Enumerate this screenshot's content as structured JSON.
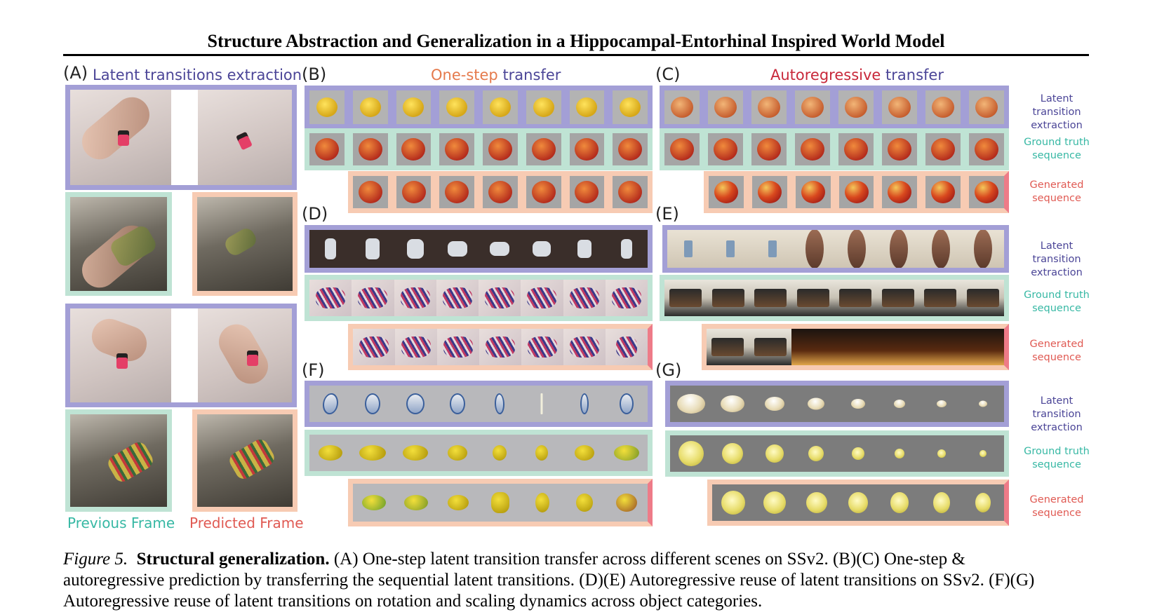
{
  "header": {
    "title": "Structure Abstraction and Generalization in a Hippocampal-Entorhinal Inspired World Model"
  },
  "panels": {
    "A": {
      "letter": "(A)",
      "heading": "Latent transitions extraction"
    },
    "B": {
      "letter": "(B)",
      "heading_accent": "One-step",
      "heading_rest": " transfer"
    },
    "C": {
      "letter": "(C)",
      "heading_accent": "Autoregressive",
      "heading_rest": " transfer"
    },
    "D": {
      "letter": "(D)"
    },
    "E": {
      "letter": "(E)"
    },
    "F": {
      "letter": "(F)"
    },
    "G": {
      "letter": "(G)"
    }
  },
  "frame_labels": {
    "previous": "Previous Frame",
    "predicted": "Predicted Frame"
  },
  "row_labels": {
    "latent": [
      "Latent transition",
      "extraction"
    ],
    "ground_truth": [
      "Ground truth",
      "sequence"
    ],
    "generated": [
      "Generated",
      "sequence"
    ]
  },
  "colors": {
    "latent_border": "#a39fd6",
    "ground_truth_border": "#bfe3d4",
    "generated_border": "#f7cbb3",
    "latent_text": "#4b4597",
    "ground_truth_text": "#37b8a4",
    "generated_text": "#e05a53"
  },
  "caption": {
    "figure_label": "Figure 5.",
    "heading": "Structural generalization.",
    "line1_rest": " (A) One-step latent transition transfer across different scenes on SSv2.  (B)(C) One-step &",
    "line2": "autoregressive prediction by transferring the sequential latent transitions. (D)(E) Autoregressive reuse of latent transitions on SSv2. (F)(G)",
    "line3": "Autoregressive reuse of latent transitions on rotation and scaling dynamics across object categories."
  }
}
